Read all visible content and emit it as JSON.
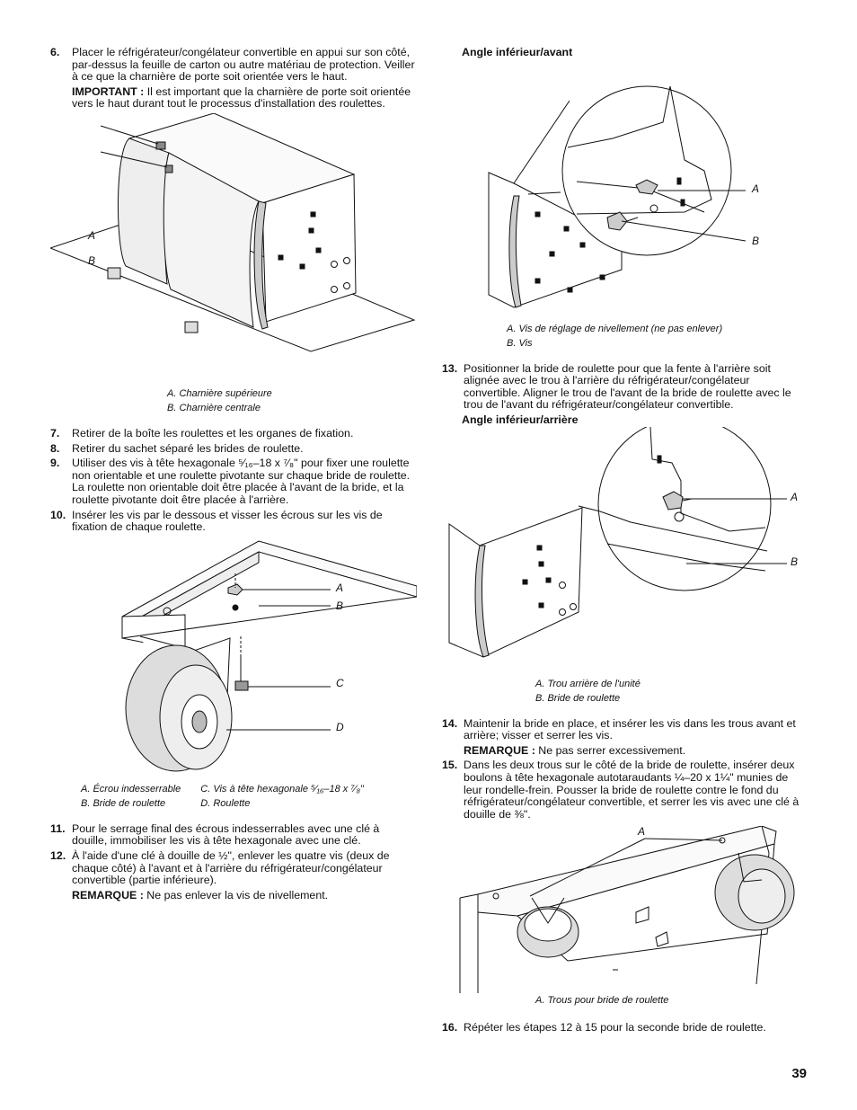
{
  "left": {
    "step6": {
      "num": "6.",
      "text": "Placer le réfrigérateur/congélateur convertible en appui sur son côté, par-dessus la feuille de carton ou autre matériau de protection. Veiller à ce que la charnière de porte soit orientée vers le haut.",
      "important_label": "IMPORTANT :",
      "important_text": " Il est important que la charnière de porte soit orientée vers le haut durant tout le processus d'installation des roulettes."
    },
    "fig1": {
      "label_a": "A",
      "label_b": "B",
      "caption_a": "A. Charnière supérieure",
      "caption_b": "B. Charnière centrale"
    },
    "step7": {
      "num": "7.",
      "text": "Retirer de la boîte les roulettes et les organes de fixation."
    },
    "step8": {
      "num": "8.",
      "text": "Retirer du sachet séparé les brides de roulette."
    },
    "step9": {
      "num": "9.",
      "text_before": "Utiliser des vis à tête hexagonale ",
      "size": "⁵⁄₁₆–18 x ⁷⁄₈\"",
      "text_after": " pour fixer une roulette non orientable et une roulette pivotante sur chaque bride de roulette. La roulette non orientable doit être placée à l'avant de la bride, et la roulette pivotante doit être placée à l'arrière."
    },
    "step10": {
      "num": "10.",
      "text": "Insérer les vis par le dessous et visser les écrous sur les vis de fixation de chaque roulette."
    },
    "fig2": {
      "label_a": "A",
      "label_b": "B",
      "label_c": "C",
      "label_d": "D",
      "caption_a": "A. Écrou indesserrable",
      "caption_b": "B. Bride de roulette",
      "caption_c": "C. Vis à tête hexagonale ⁵⁄₁₆–18 x ⁷⁄₈\"",
      "caption_d": "D. Roulette"
    },
    "step11": {
      "num": "11.",
      "text": "Pour le serrage final des écrous indesserrables avec une clé à douille, immobiliser les vis à tête hexagonale avec une clé."
    },
    "step12": {
      "num": "12.",
      "text": "À l'aide d'une clé à douille de ½\", enlever les quatre vis (deux de chaque côté) à l'avant et à l'arrière du réfrigérateur/congélateur convertible (partie inférieure).",
      "note_label": "REMARQUE :",
      "note_text": " Ne pas enlever la vis de nivellement."
    }
  },
  "right": {
    "fig3": {
      "heading": "Angle inférieur/avant",
      "label_a": "A",
      "label_b": "B",
      "caption_a": "A. Vis de réglage de nivellement (ne pas enlever)",
      "caption_b": "B. Vis"
    },
    "step13": {
      "num": "13.",
      "text": "Positionner la bride de roulette pour que la fente à l'arrière soit alignée avec le trou à l'arrière du réfrigérateur/congélateur convertible. Aligner le trou de l'avant de la bride de roulette avec le trou de l'avant du réfrigérateur/congélateur convertible."
    },
    "fig4": {
      "heading": "Angle inférieur/arrière",
      "label_a": "A",
      "label_b": "B",
      "caption_a": "A. Trou arrière de l'unité",
      "caption_b": "B. Bride de roulette"
    },
    "step14": {
      "num": "14.",
      "text": "Maintenir la bride en place, et insérer les vis dans les trous avant et arrière; visser et serrer les vis.",
      "note_label": "REMARQUE :",
      "note_text": " Ne pas serrer excessivement."
    },
    "step15": {
      "num": "15.",
      "text": "Dans les deux trous sur le côté de la bride de roulette, insérer deux boulons à tête hexagonale autotaraudants ¼–20 x 1¼\" munies de leur rondelle-frein. Pousser la bride de roulette contre le fond du réfrigérateur/congélateur convertible, et serrer les vis avec une clé à douille de ⅜\"."
    },
    "fig5": {
      "label_a": "A",
      "caption_a": "A. Trous pour bride de roulette"
    },
    "step16": {
      "num": "16.",
      "text": "Répéter les étapes 12 à 15 pour la seconde bride de roulette."
    }
  },
  "page_number": "39"
}
